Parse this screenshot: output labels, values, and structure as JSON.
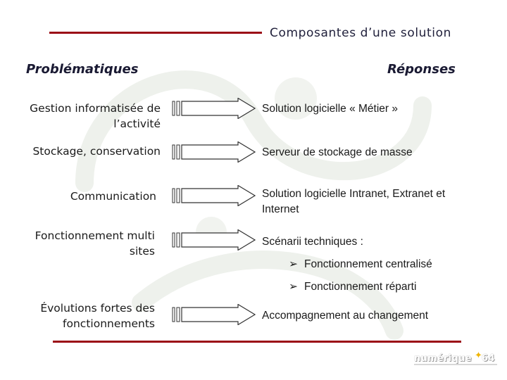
{
  "title": "Composantes d’une solution",
  "headers": {
    "left": "Problématiques",
    "right": "Réponses"
  },
  "rows": [
    {
      "problem": [
        "Gestion informatisée de",
        "l’activité"
      ],
      "answer": [
        "Solution logicielle « Métier »"
      ]
    },
    {
      "problem": [
        "Stockage, conservation"
      ],
      "answer": [
        "Serveur de stockage de masse"
      ]
    },
    {
      "problem": [
        "Communication"
      ],
      "answer": [
        "Solution logicielle Intranet, Extranet et",
        "Internet"
      ]
    },
    {
      "problem": [
        "Fonctionnement multi",
        "sites"
      ],
      "answer": [
        "Scénarii techniques :"
      ]
    },
    {
      "problem": [
        "Évolutions fortes des",
        "fonctionnements"
      ],
      "answer": [
        "Accompagnement au changement"
      ]
    }
  ],
  "sub_bullets": [
    "Fonctionnement centralisé",
    "Fonctionnement réparti"
  ],
  "bullet_glyph": "➢",
  "logo": {
    "text": "numérique",
    "suffix": "64"
  },
  "colors": {
    "accent_rule": "#9b0a16",
    "arrow_fill": "#ffffff",
    "arrow_stroke": "#333333"
  }
}
